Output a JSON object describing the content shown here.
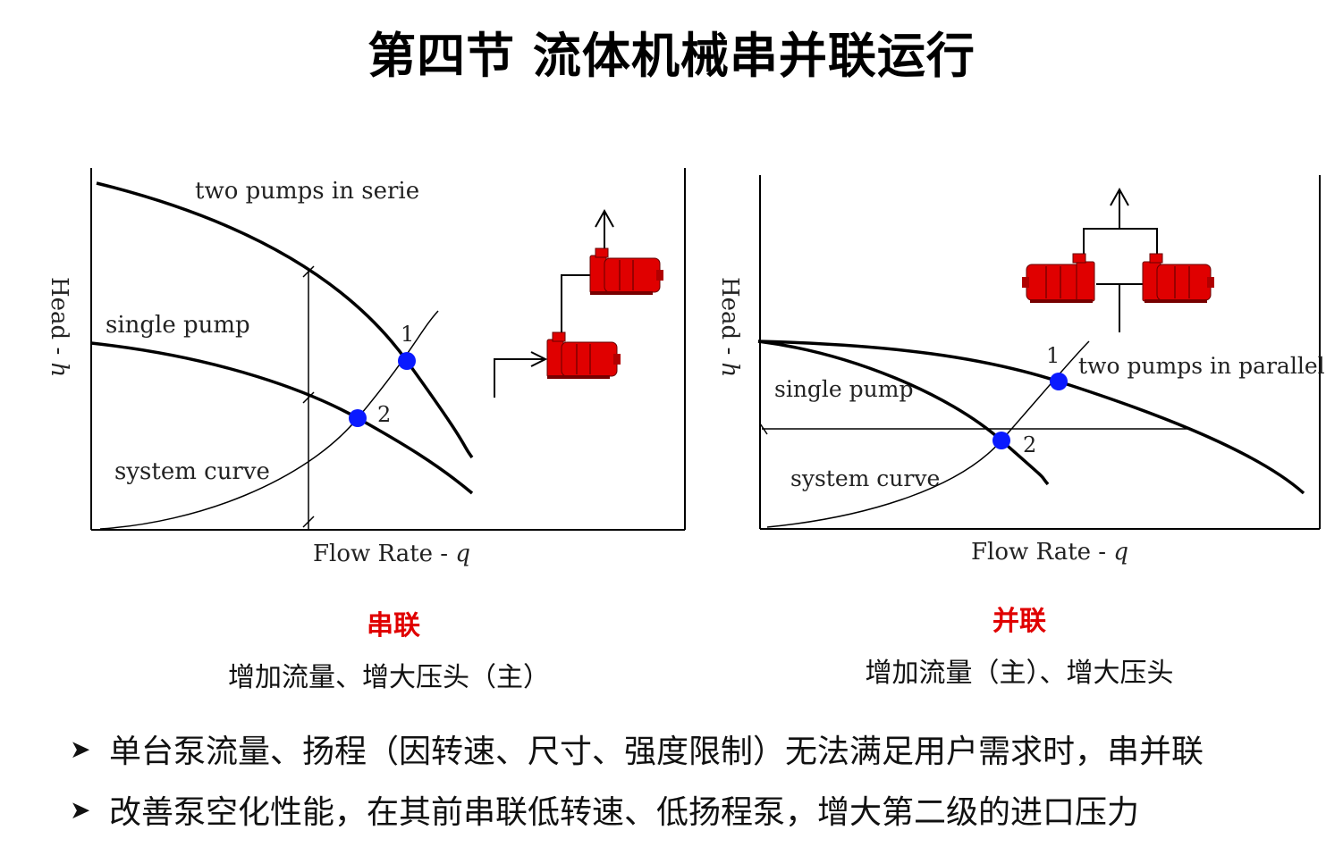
{
  "title": "第四节 流体机械串并联运行",
  "left_diagram": {
    "y_axis_label": "Head - ",
    "y_axis_var": "h",
    "x_axis_label": "Flow Rate - ",
    "x_axis_var": "q",
    "curve_series_label": "two pumps in serie",
    "curve_single_label": "single pump",
    "curve_system_label": "system curve",
    "point_1": "1",
    "point_2": "2",
    "point_color": "#0a1aff",
    "pump_color": "#e00000"
  },
  "right_diagram": {
    "y_axis_label": "Head - ",
    "y_axis_var": "h",
    "x_axis_label": "Flow Rate - ",
    "x_axis_var": "q",
    "curve_parallel_label": "two pumps in parallel",
    "curve_single_label": "single pump",
    "curve_system_label": "system curve",
    "point_1": "1",
    "point_2": "2",
    "point_color": "#0a1aff",
    "pump_color": "#e00000"
  },
  "captions": {
    "series_title": "串联",
    "series_desc": "增加流量、增大压头（主）",
    "parallel_title": "并联",
    "parallel_desc": "增加流量（主）、增大压头"
  },
  "bullets": [
    {
      "icon": "arrowhead-bullet-icon",
      "text": "单台泵流量、扬程（因转速、尺寸、强度限制）无法满足用户需求时，串并联"
    },
    {
      "icon": "arrowhead-bullet-icon",
      "text": "改善泵空化性能，在其前串联低转速、低扬程泵，增大第二级的进口压力"
    }
  ]
}
